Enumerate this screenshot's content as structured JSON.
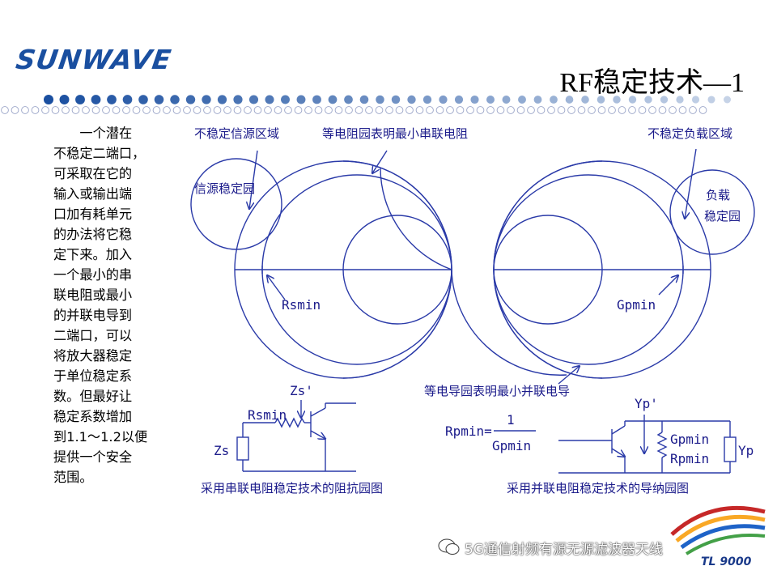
{
  "header": {
    "logo_text": "SUNWAVE",
    "title": "RF稳定技术—1",
    "brand_color": "#1a4fa0",
    "accent_color": "#2a3aa8"
  },
  "body_text": [
    "一个潜在",
    "不稳定二端口，",
    "可采取在它的",
    "输入或输出端",
    "口加有耗单元",
    "的办法将它稳",
    "定下来。加入",
    "一个最小的串",
    "联电阻或最小",
    "的并联电导到",
    "二端口，可以",
    "将放大器稳定",
    "于单位稳定系",
    "数。但最好让",
    "稳定系数增加",
    "到1.1～1.2以便",
    "提供一个安全",
    "范围。"
  ],
  "diagram": {
    "labels": {
      "unstable_source": "不稳定信源区域",
      "equal_resistance": "等电阻园表明最小串联电阻",
      "unstable_load": "不稳定负载区域",
      "source_circle": "信源稳定园",
      "load_circle_1": "负载",
      "load_circle_2": "稳定园",
      "rsmin": "Rsmin",
      "gpmin": "Gpmin",
      "equal_conductance": "等电导园表明最小并联电导",
      "zs_prime": "Zs'",
      "rsmin_small": "Rsmin",
      "zs": "Zs",
      "series_caption": "采用串联电阻稳定技术的阻抗园图",
      "rpmin_eq": "Rpmin=",
      "frac_num": "1",
      "frac_den": "Gpmin",
      "yp_prime": "Yp'",
      "gpmin_small": "Gpmin",
      "rpmin_small": "Rpmin",
      "yp": "Yp",
      "shunt_caption": "采用并联电阻稳定技术的导纳园图"
    },
    "line_color": "#2a3aa8"
  },
  "watermark": {
    "text": "5G通信射频有源无源滤波器天线",
    "corner_logo": "TL 9000"
  }
}
